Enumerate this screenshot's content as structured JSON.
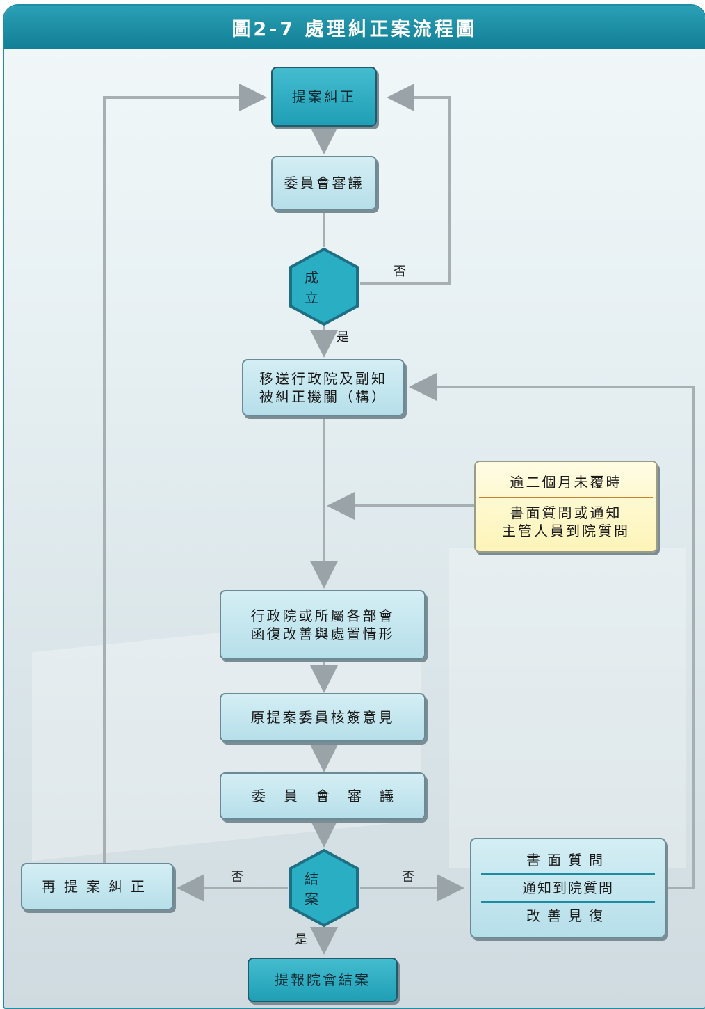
{
  "title": "圖2-7 處理糾正案流程圖",
  "nodes": {
    "propose": "提案糾正",
    "committee_review_1": "委員會審議",
    "established": "成立",
    "transfer_line1": "移送行政院及副知",
    "transfer_line2": "被糾正機關（構）",
    "overdue_title": "逾二個月未覆時",
    "overdue_line1": "書面質問或通知",
    "overdue_line2": "主管人員到院質問",
    "reply_line1": "行政院或所屬各部會",
    "reply_line2": "函復改善與處置情形",
    "original_committee": "原提案委員核簽意見",
    "committee_review_2": "委員會審議",
    "close_case": "結案",
    "repropose": "再提案糾正",
    "written_inquiry": "書面質問",
    "notify_inquiry": "通知到院質問",
    "improve_reply": "改善見復",
    "report_close": "提報院會結案"
  },
  "edge_labels": {
    "no_established": "否",
    "yes_established": "是",
    "no_close_left": "否",
    "no_close_right": "否",
    "yes_close": "是"
  },
  "colors": {
    "header": "#1f8ea3",
    "box_light": "#bfe4ee",
    "box_dark": "#2cb0c5",
    "note": "#fdf6c4",
    "line": "#9aa3a8"
  }
}
